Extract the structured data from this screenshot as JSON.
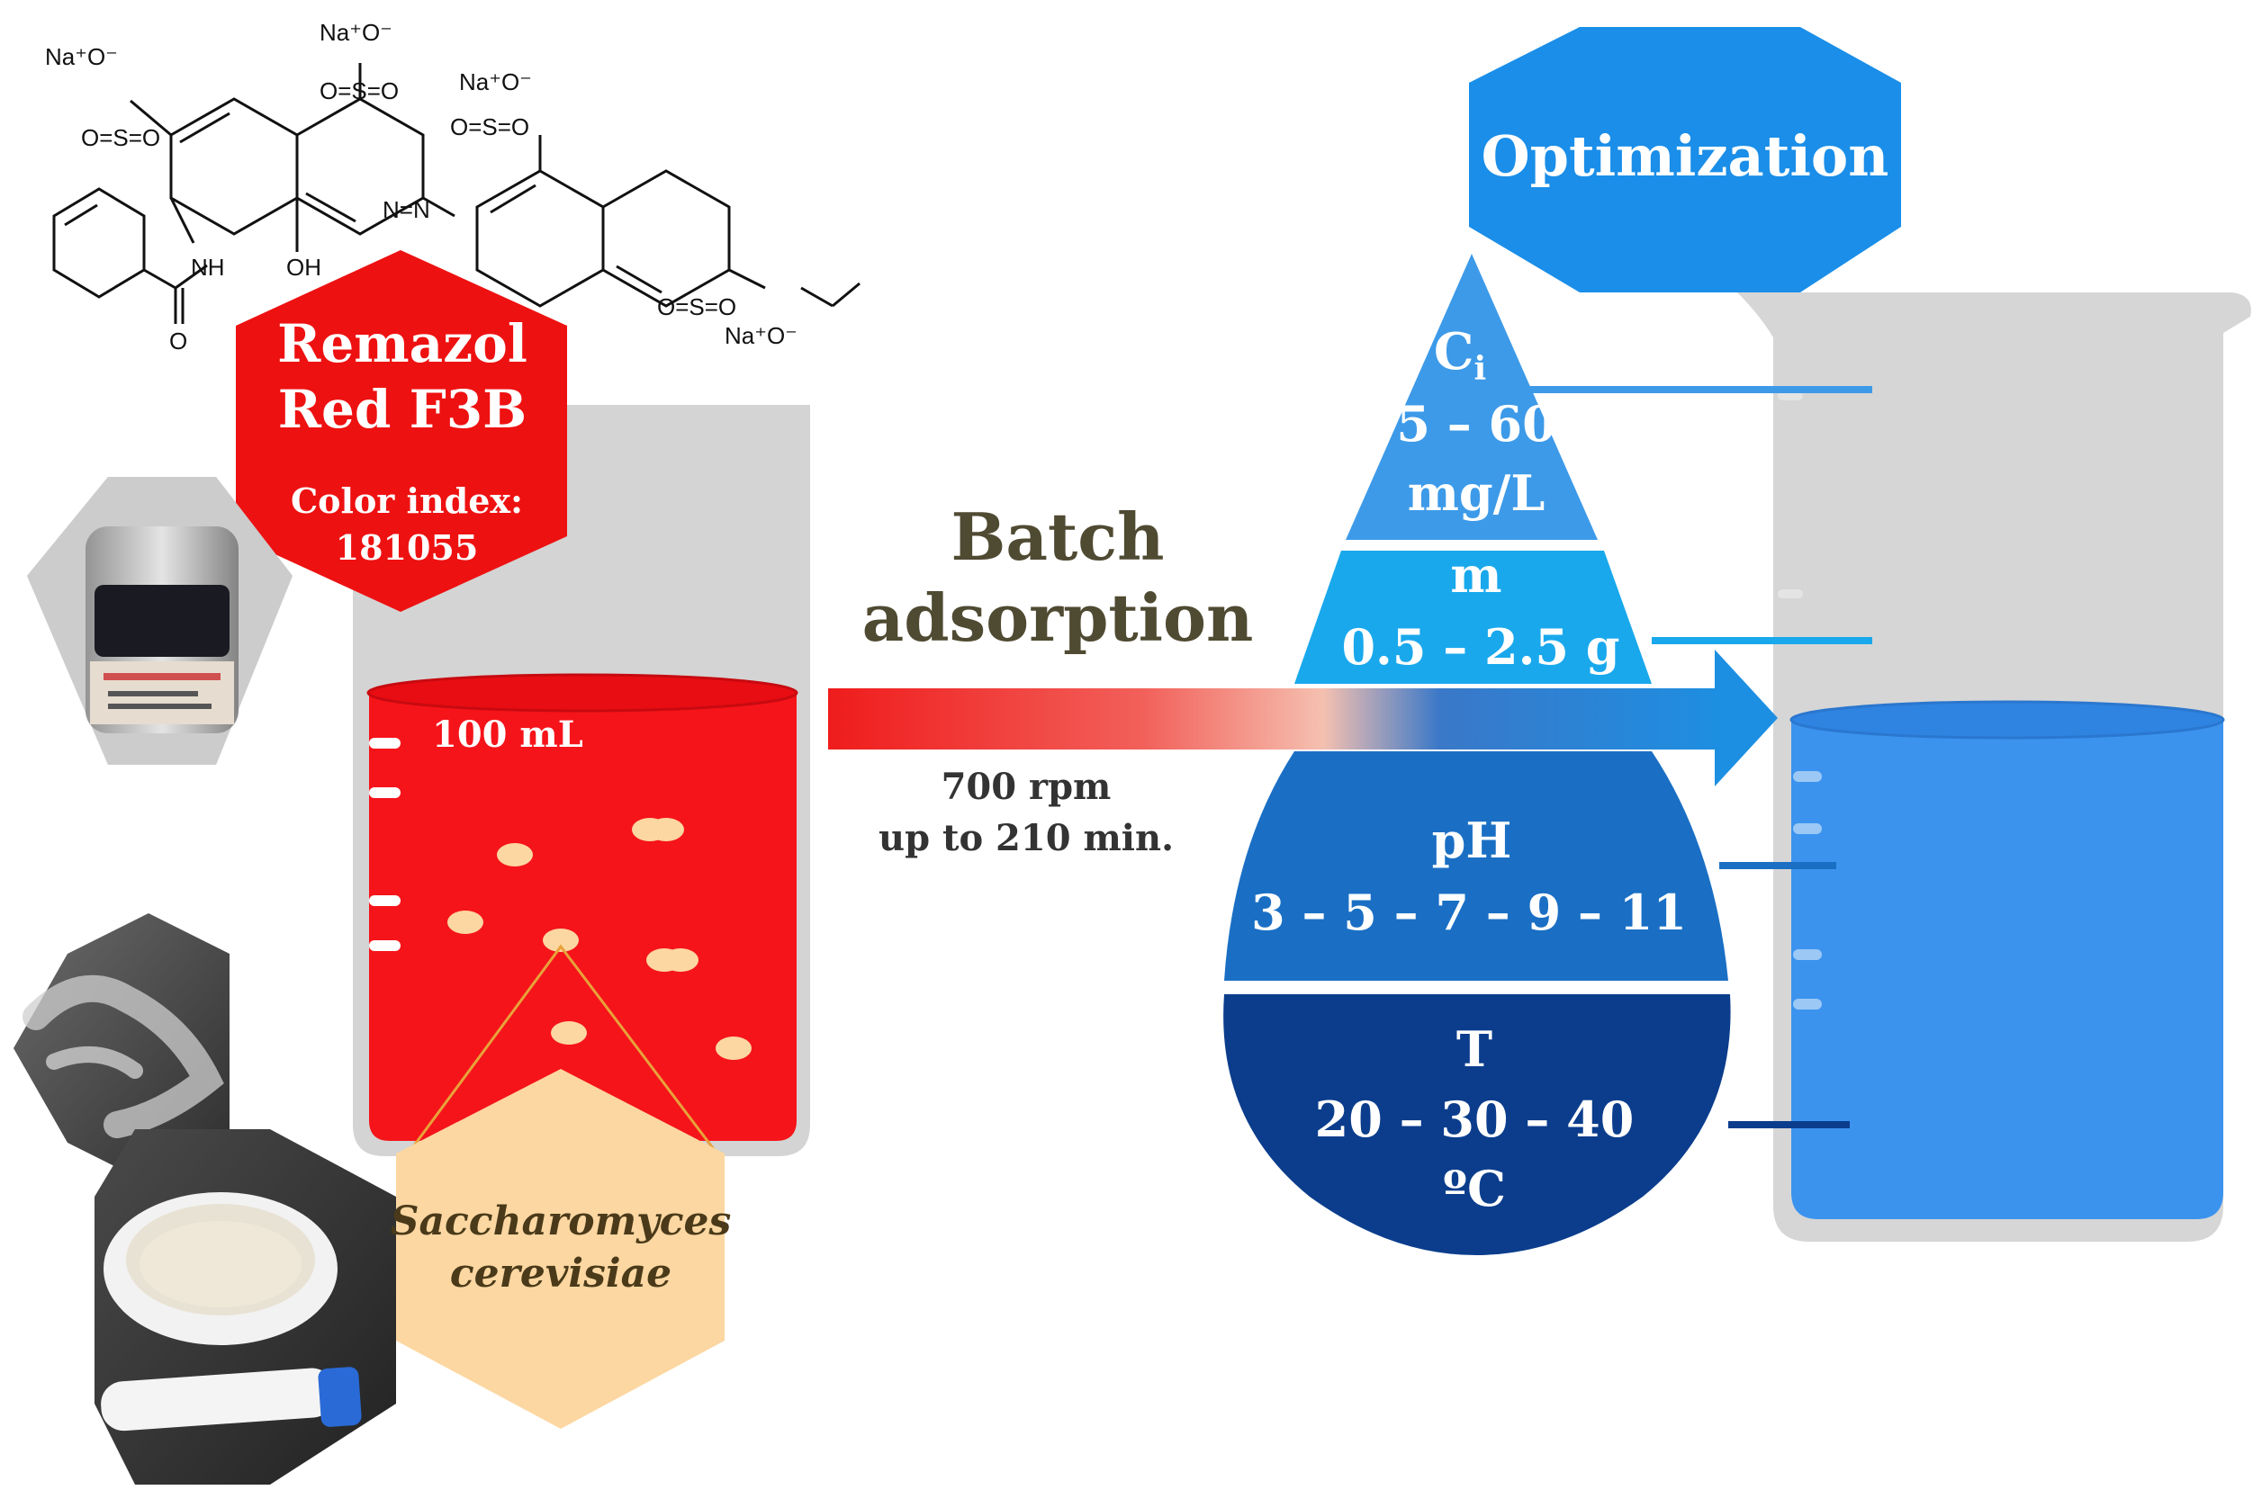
{
  "dye": {
    "name_line1": "Remazol",
    "name_line2": "Red F3B",
    "color_index_label": "Color index:",
    "color_index_value": "181055",
    "structure_labels": {
      "na1": "Na⁺O⁻",
      "na2": "Na⁺O⁻",
      "na3": "Na⁺O⁻",
      "na4": "Na⁺O⁻",
      "nh": "NH",
      "oh": "OH",
      "o_carbonyl": "O",
      "s1": "O=S=O",
      "s2": "O=S=O",
      "s3": "O=S=O",
      "s4": "O=S=O",
      "azo": "N=N"
    }
  },
  "left_beaker": {
    "volume_label": "100 mL",
    "liquid_color": "#f5141a"
  },
  "biosorbent": {
    "line1": "Saccharomyces",
    "line2": "cerevisiae"
  },
  "process": {
    "title_line1": "Batch",
    "title_line2": "adsorption",
    "speed": "700 rpm",
    "time": "up to 210 min."
  },
  "optimization": {
    "title": "Optimization",
    "params": [
      {
        "symbol": "C",
        "subscript": "i",
        "range": "5 – 60",
        "unit": "mg/L",
        "color": "#3d9ae8"
      },
      {
        "symbol": "m",
        "range": "0.5 – 2.5 g",
        "color": "#19a8ec"
      },
      {
        "symbol": "pH",
        "range": "3 – 5 – 7 – 9 – 11",
        "color": "#1a6fc4"
      },
      {
        "symbol": "T",
        "range": "20 – 30 – 40",
        "unit": "ºC",
        "color": "#0b3d8c"
      }
    ]
  },
  "right_beaker": {
    "liquid_color": "#3b93ee"
  },
  "colors": {
    "accent_red": "#ee1111",
    "accent_blue": "#1a8ee8",
    "yeast_hex": "#fcd7a1"
  }
}
